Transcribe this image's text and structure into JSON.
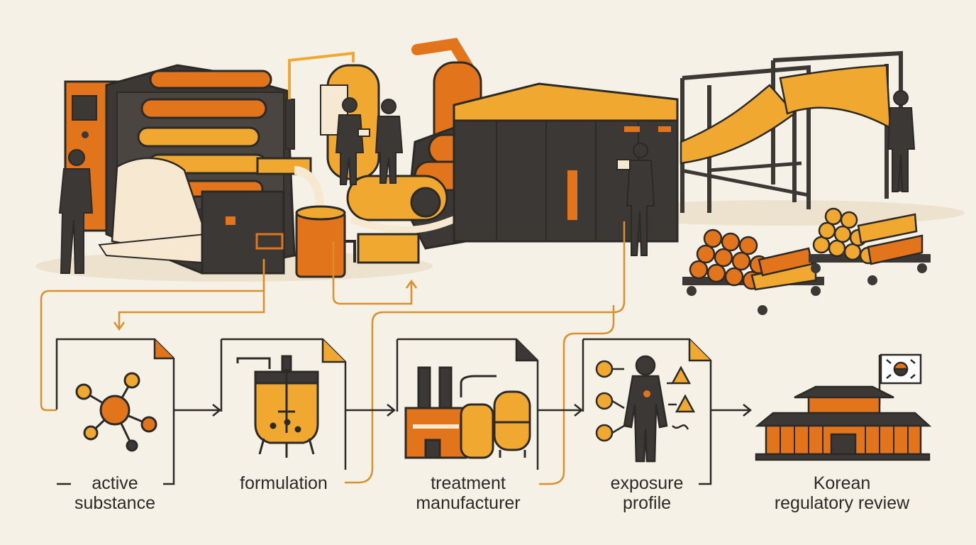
{
  "steps": [
    {
      "id": "active-substance",
      "lines": [
        "active",
        "substance"
      ]
    },
    {
      "id": "formulation",
      "lines": [
        "formulation"
      ]
    },
    {
      "id": "treatment-manufacturer",
      "lines": [
        "treatment",
        "manufacturer"
      ]
    },
    {
      "id": "exposure-profile",
      "lines": [
        "exposure",
        "profile"
      ]
    },
    {
      "id": "korean-regulatory-review",
      "lines": [
        "Korean",
        "regulatory review"
      ]
    }
  ],
  "colors": {
    "background": "#f5f1e6",
    "ink": "#2c2a27",
    "machine_dark": "#3b3835",
    "orange": "#e2751c",
    "amber": "#f0a830",
    "light_orange": "#f4c16a",
    "paper": "#f7e8d2",
    "accent_line": "#d9902d"
  },
  "icons": [
    "molecule-icon",
    "mixing-tank-icon",
    "factory-icon",
    "human-body-icon",
    "hazard-icon",
    "government-building-icon",
    "korean-flag-icon"
  ]
}
